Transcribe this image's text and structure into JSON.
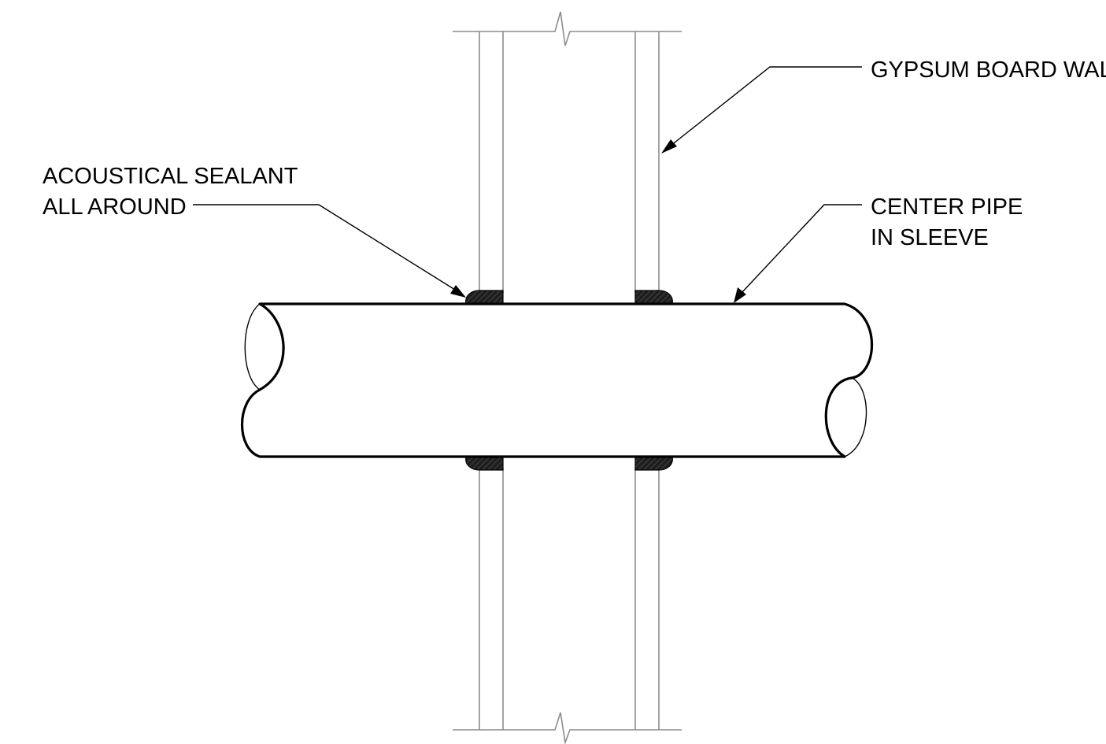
{
  "callouts": {
    "gypsum_wall": "GYPSUM BOARD WALL",
    "sealant_line1": "ACOUSTICAL SEALANT",
    "sealant_line2": "ALL AROUND",
    "pipe_line1": "CENTER PIPE",
    "pipe_line2": "IN SLEEVE"
  }
}
